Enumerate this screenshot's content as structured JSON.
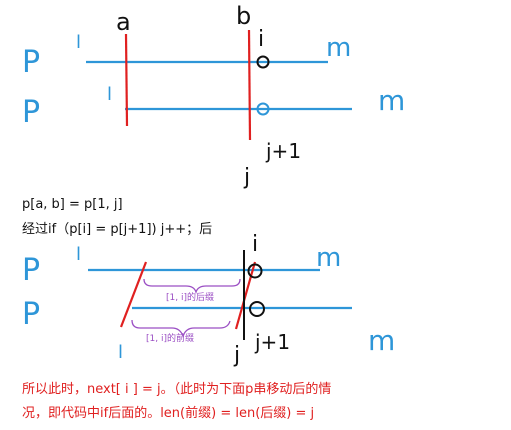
{
  "colors": {
    "blue": "#2e96d8",
    "red": "#e02020",
    "black": "#111111",
    "purple": "#9b4fc4"
  },
  "top": {
    "string_labels": [
      "P",
      "P"
    ],
    "left_marks": [
      "l",
      "l"
    ],
    "right_marks": [
      "m",
      "m"
    ],
    "pointer_a": "a",
    "pointer_b": "b",
    "index_i": "i",
    "index_j1": "j+1",
    "index_j": "j"
  },
  "text": {
    "line1": "p[a, b] = p[1, j]",
    "line2": "经过if（p[i] = p[j+1]) j++；后"
  },
  "bottom": {
    "string_labels": [
      "P",
      "P"
    ],
    "left_marks": [
      "l",
      "l"
    ],
    "right_marks": [
      "m",
      "m"
    ],
    "index_i": "i",
    "index_j1": "j+1",
    "index_j": "j",
    "suffix_label": "[1, i]的后缀",
    "prefix_label": "[1, i]的前缀"
  },
  "note": {
    "line1": "所以此时，next[ i ] = j。（此时为下面p串移动后的情",
    "line2": "况，即代码中if后面的。len(前缀) = len(后缀) = j"
  }
}
